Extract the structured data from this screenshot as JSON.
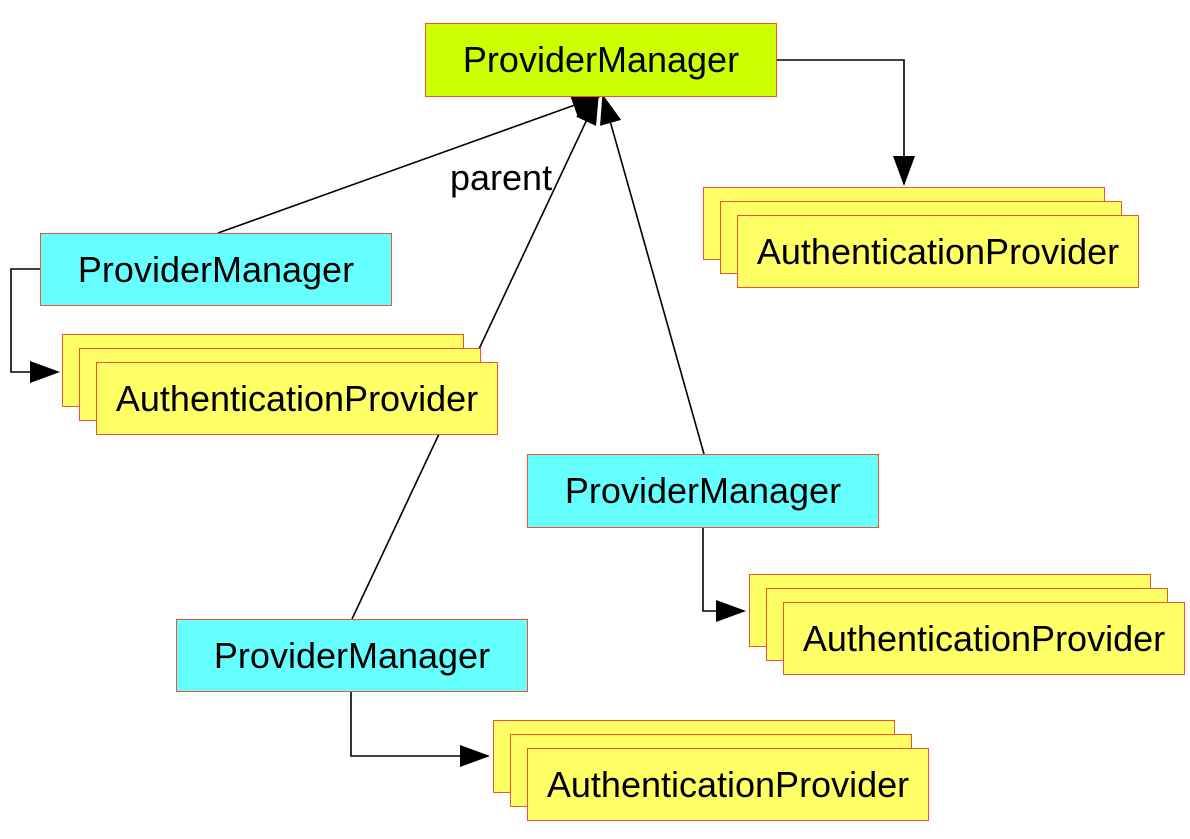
{
  "diagram": {
    "type": "uml-collaboration-diagram",
    "edge_label": "parent",
    "nodes": {
      "parent_provider_manager": {
        "label": "ProviderManager"
      },
      "left_provider_manager": {
        "label": "ProviderManager"
      },
      "right_provider_manager": {
        "label": "ProviderManager"
      },
      "bottom_provider_manager": {
        "label": "ProviderManager"
      },
      "top_right_auth_providers": {
        "label": "AuthenticationProvider"
      },
      "left_auth_providers": {
        "label": "AuthenticationProvider"
      },
      "bottom_right_auth_providers": {
        "label": "AuthenticationProvider"
      },
      "bottom_auth_providers": {
        "label": "AuthenticationProvider"
      }
    },
    "edges": [
      {
        "from": "left_provider_manager",
        "to": "parent_provider_manager",
        "label": "parent"
      },
      {
        "from": "bottom_provider_manager",
        "to": "parent_provider_manager",
        "label": "parent"
      },
      {
        "from": "right_provider_manager",
        "to": "parent_provider_manager",
        "label": "parent"
      },
      {
        "from": "parent_provider_manager",
        "to": "top_right_auth_providers",
        "label": ""
      },
      {
        "from": "left_provider_manager",
        "to": "left_auth_providers",
        "label": ""
      },
      {
        "from": "right_provider_manager",
        "to": "bottom_right_auth_providers",
        "label": ""
      },
      {
        "from": "bottom_provider_manager",
        "to": "bottom_auth_providers",
        "label": ""
      }
    ],
    "colors": {
      "parent_fill": "#ccff00",
      "manager_fill": "#66ffff",
      "provider_fill": "#ffff66",
      "box_border": "#f2512b",
      "connector": "#000000",
      "background": "#ffffff",
      "text": "#000000"
    }
  }
}
